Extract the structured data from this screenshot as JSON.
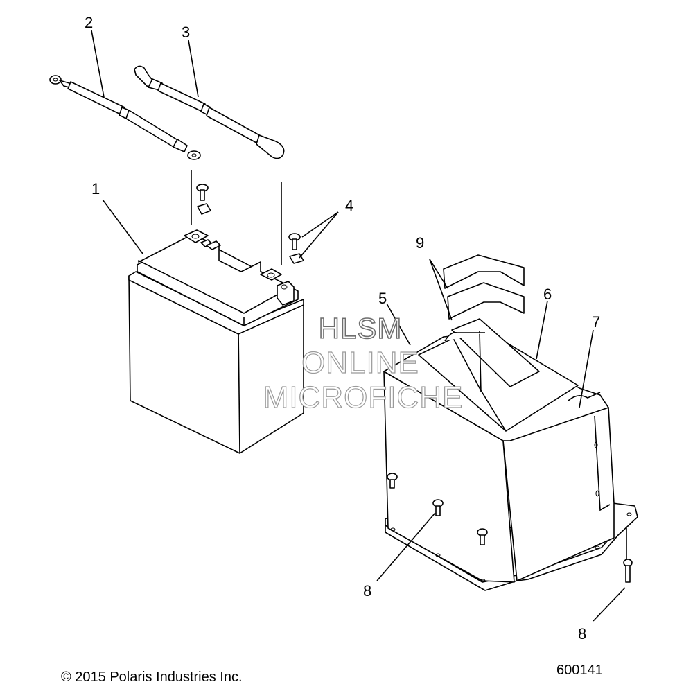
{
  "callouts": {
    "c1": "1",
    "c2": "2",
    "c3": "3",
    "c4": "4",
    "c5": "5",
    "c6": "6",
    "c7": "7",
    "c8a": "8",
    "c8b": "8",
    "c9": "9"
  },
  "watermark": {
    "line1": "HLSM",
    "line2": "ONLINE",
    "line3": "MICROFICHE"
  },
  "footer": {
    "copyright": "© 2015 Polaris Industries Inc.",
    "figure_number": "600141"
  }
}
